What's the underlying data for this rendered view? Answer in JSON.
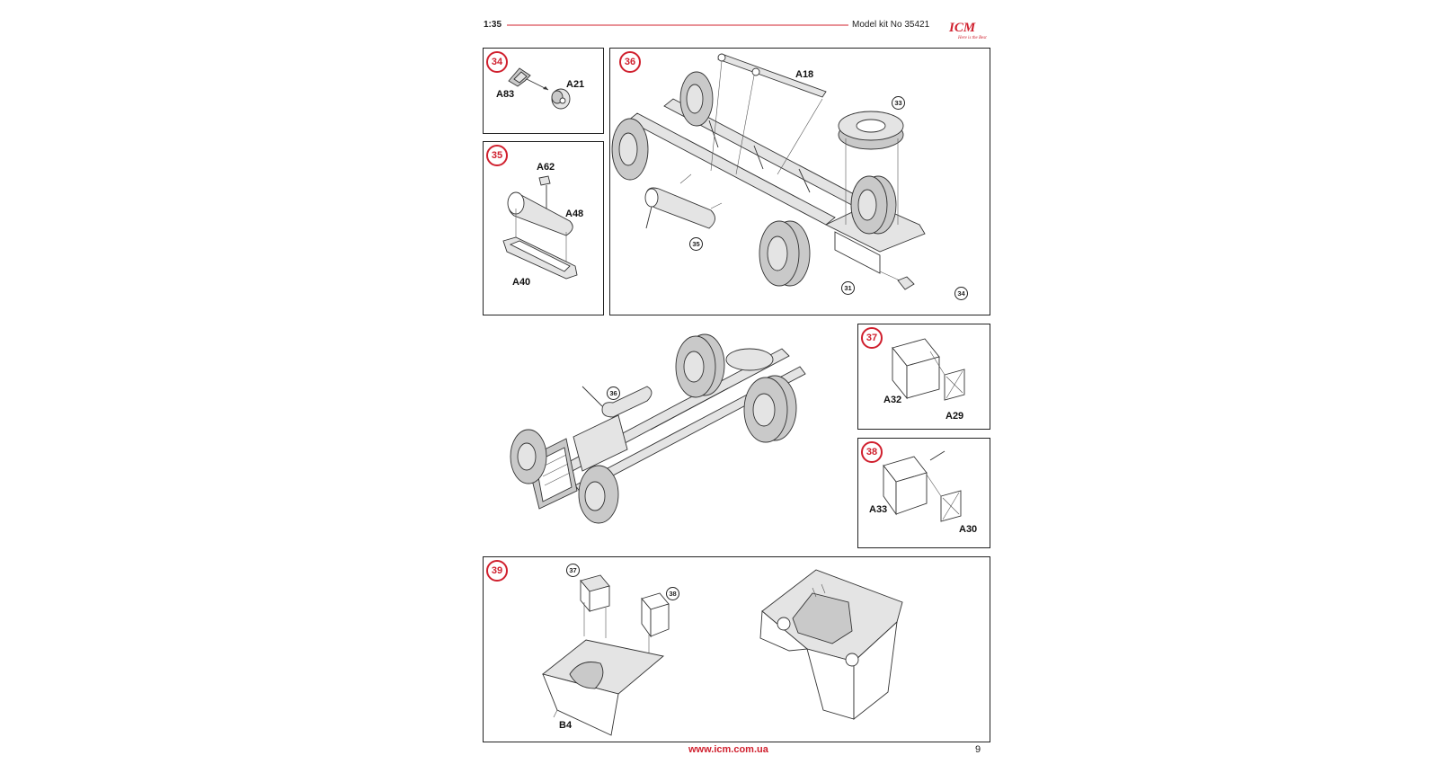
{
  "header": {
    "scale": "1:35",
    "kit": "Model kit No 35421",
    "logo": "ICM",
    "logo_tagline": "Here is the Best"
  },
  "steps": {
    "s34": {
      "number": "34",
      "parts": [
        "A83",
        "A21"
      ]
    },
    "s35": {
      "number": "35",
      "parts": [
        "A62",
        "A48",
        "A40"
      ]
    },
    "s36": {
      "number": "36",
      "parts": [
        "A18"
      ],
      "refs": [
        "33",
        "35",
        "31",
        "34"
      ]
    },
    "s36_result": {
      "refs": [
        "36"
      ]
    },
    "s37": {
      "number": "37",
      "parts": [
        "A32",
        "A29"
      ]
    },
    "s38": {
      "number": "38",
      "parts": [
        "A33",
        "A30"
      ]
    },
    "s39": {
      "number": "39",
      "parts": [
        "B4"
      ],
      "refs": [
        "37",
        "38"
      ]
    }
  },
  "footer": {
    "url": "www.icm.com.ua",
    "page": "9"
  },
  "colors": {
    "accent": "#d0202e",
    "line": "#222222"
  }
}
